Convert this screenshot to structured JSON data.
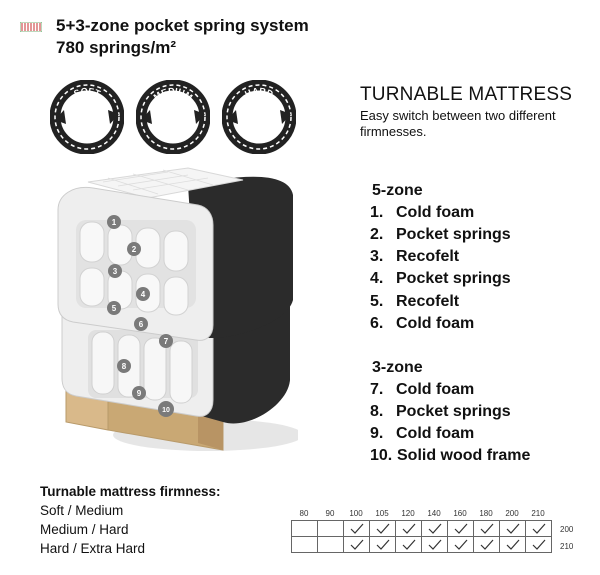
{
  "header": {
    "line1": "5+3-zone pocket spring system",
    "line2": "780 springs/m²",
    "icon": "pocket-springs-icon"
  },
  "firmness_icons": [
    {
      "top": "SOFT",
      "bottom": "MEDIUM"
    },
    {
      "top": "MEDIUM",
      "bottom": "HARD"
    },
    {
      "top": "HARD",
      "bottom": "EXTRA HARD"
    }
  ],
  "turnable": {
    "title": "TURNABLE MATTRESS",
    "description": "Easy switch between two different firmnesses."
  },
  "zone5": {
    "title": "5-zone",
    "items": [
      {
        "num": "1.",
        "label": "Cold foam"
      },
      {
        "num": "2.",
        "label": "Pocket springs"
      },
      {
        "num": "3.",
        "label": "Recofelt"
      },
      {
        "num": "4.",
        "label": "Pocket springs"
      },
      {
        "num": "5.",
        "label": "Recofelt"
      },
      {
        "num": "6.",
        "label": "Cold foam"
      }
    ]
  },
  "zone3": {
    "title": "3-zone",
    "items": [
      {
        "num": "7.",
        "label": "Cold foam"
      },
      {
        "num": "8.",
        "label": "Pocket springs"
      },
      {
        "num": "9.",
        "label": "Cold foam"
      },
      {
        "num": "10.",
        "label": "Solid wood frame"
      }
    ]
  },
  "illustration_markers": [
    "1",
    "2",
    "3",
    "4",
    "5",
    "6",
    "7",
    "8",
    "9",
    "10"
  ],
  "firmness_table": {
    "title": "Turnable mattress firmness:",
    "rows": [
      "Soft / Medium",
      "Medium / Hard",
      "Hard / Extra Hard"
    ]
  },
  "size_grid": {
    "widths": [
      "80",
      "90",
      "100",
      "105",
      "120",
      "140",
      "160",
      "180",
      "200",
      "210"
    ],
    "lengths": [
      "200",
      "210"
    ],
    "availability": [
      [
        false,
        false,
        true,
        true,
        true,
        true,
        true,
        true,
        true,
        true
      ],
      [
        false,
        false,
        true,
        true,
        true,
        true,
        true,
        true,
        true,
        true
      ]
    ]
  },
  "colors": {
    "fabric": "#2b2b2b",
    "wood": "#d9b98a",
    "marker": "#7a7a7a"
  }
}
